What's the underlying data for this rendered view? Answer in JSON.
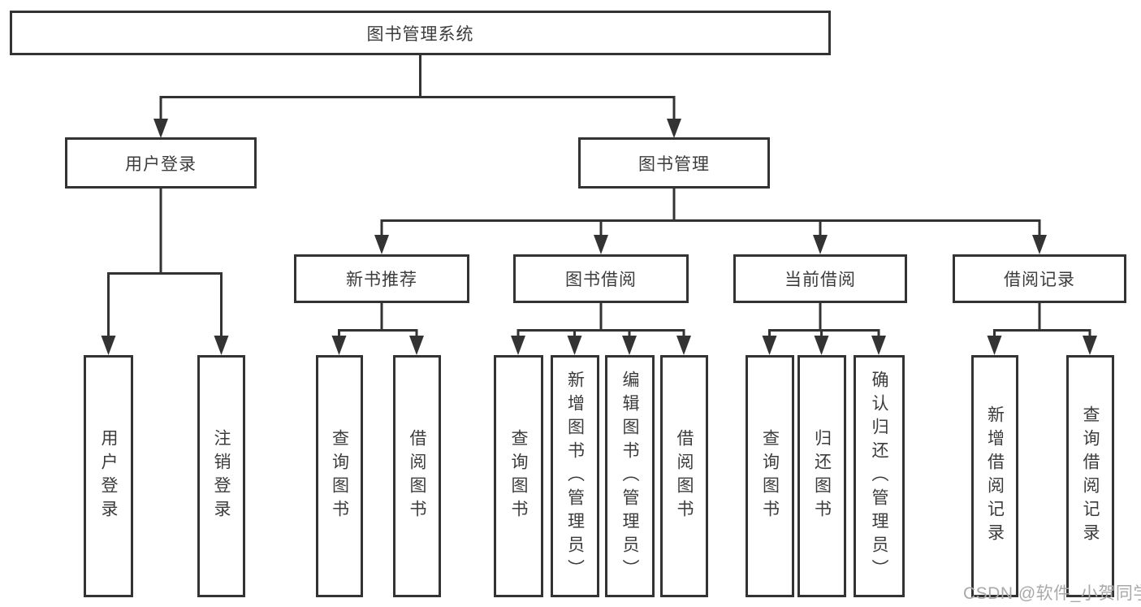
{
  "colors": {
    "line": "#333333",
    "text": "#3c3c3c",
    "box_background": "#ffffff",
    "watermark": "#a9a9a9",
    "background": "#ffffff"
  },
  "root": {
    "label": "图书管理系统"
  },
  "user_login_branch": {
    "label": "用户登录",
    "leaves": [
      {
        "label": "用户登录"
      },
      {
        "label": "注销登录"
      }
    ]
  },
  "book_management_branch": {
    "label": "图书管理",
    "sections": [
      {
        "label": "新书推荐",
        "leaves": [
          {
            "label": "查询图书"
          },
          {
            "label": "借阅图书"
          }
        ]
      },
      {
        "label": "图书借阅",
        "leaves": [
          {
            "label": "查询图书"
          },
          {
            "label": "新增图书（管理员）"
          },
          {
            "label": "编辑图书（管理员）"
          },
          {
            "label": "借阅图书"
          }
        ]
      },
      {
        "label": "当前借阅",
        "leaves": [
          {
            "label": "查询图书"
          },
          {
            "label": "归还图书"
          },
          {
            "label": "确认归还（管理员）"
          }
        ]
      },
      {
        "label": "借阅记录",
        "leaves": [
          {
            "label": "新增借阅记录"
          },
          {
            "label": "查询借阅记录"
          }
        ]
      }
    ]
  },
  "watermark": {
    "label": "CSDN @软件_小贺同学"
  }
}
